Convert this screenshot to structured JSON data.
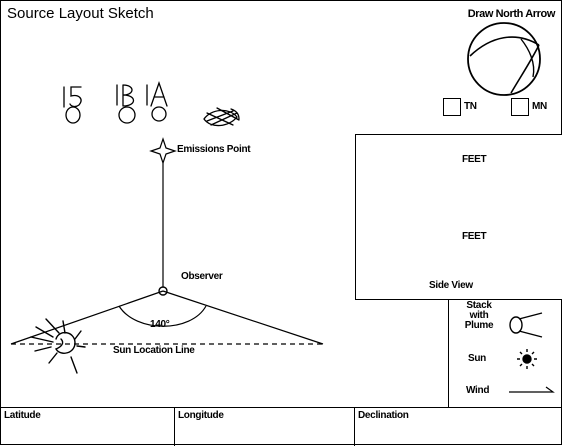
{
  "title": "Source Layout Sketch",
  "north": {
    "title": "Draw North Arrow",
    "tn_label": "TN",
    "mn_label": "MN"
  },
  "sketch": {
    "handwritten_values": "15 1B 1A",
    "emissions_label": "Emissions Point",
    "observer_label": "Observer",
    "angle_label": "140°",
    "sun_line_label": "Sun Location Line"
  },
  "side_view": {
    "label": "Side View",
    "feet_top": "FEET",
    "feet_bottom": "FEET"
  },
  "legend": {
    "stack_label": "Stack with Plume",
    "sun_label": "Sun",
    "wind_label": "Wind"
  },
  "fields": {
    "latitude": "Latitude",
    "longitude": "Longitude",
    "declination": "Declination"
  }
}
